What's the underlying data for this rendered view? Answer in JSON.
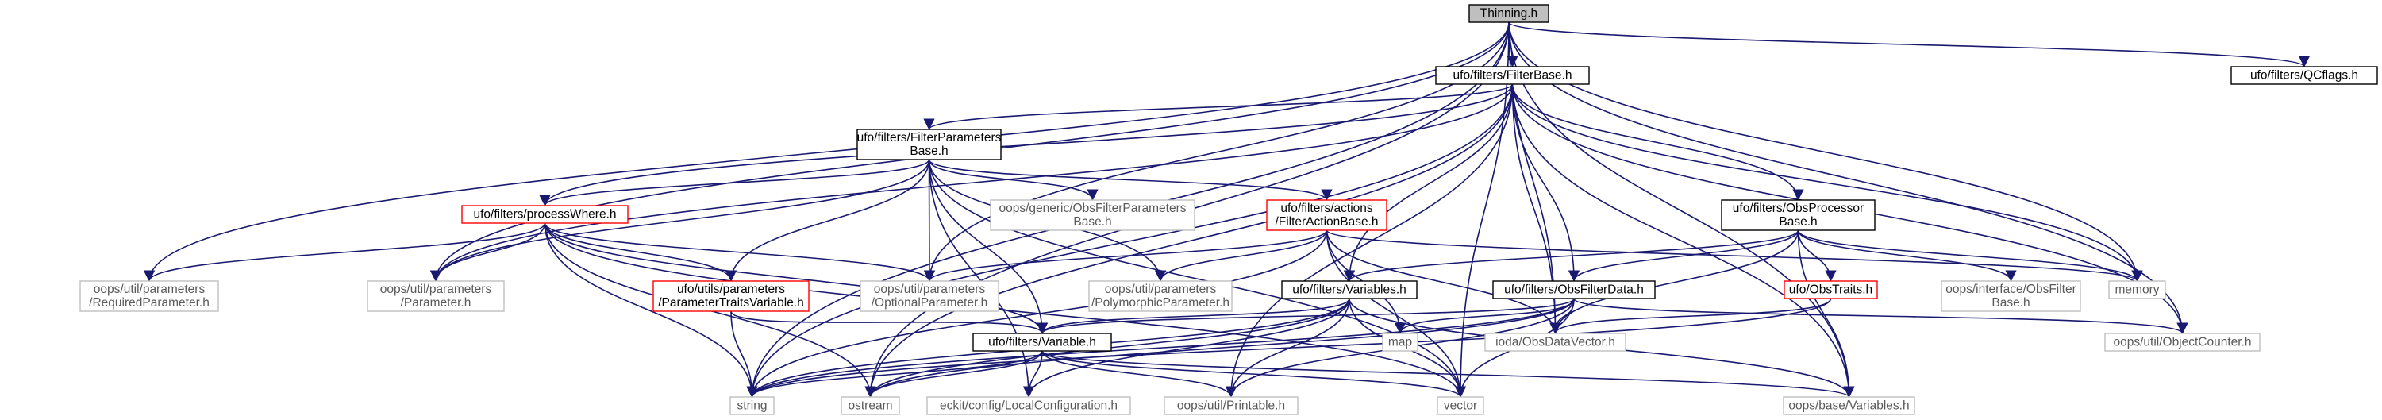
{
  "diagram": {
    "type": "include-dependency-graph",
    "colors": {
      "edge": "#191970",
      "root_fill": "#bfbfbf",
      "documented_border": "#000000",
      "incomplete_border": "#ff0000",
      "external_border": "#bfbfbf",
      "external_text": "#595959"
    },
    "nodes": [
      {
        "id": "thinning",
        "lines": [
          "Thinning.h"
        ],
        "style": "root"
      },
      {
        "id": "filterbase",
        "lines": [
          "ufo/filters/FilterBase.h"
        ],
        "style": "normal"
      },
      {
        "id": "qcflags",
        "lines": [
          "ufo/filters/QCflags.h"
        ],
        "style": "normal"
      },
      {
        "id": "filterparams",
        "lines": [
          "ufo/filters/FilterParameters",
          "Base.h"
        ],
        "style": "normal"
      },
      {
        "id": "obsprocessor",
        "lines": [
          "ufo/filters/ObsProcessor",
          "Base.h"
        ],
        "style": "normal"
      },
      {
        "id": "processwhere",
        "lines": [
          "ufo/filters/processWhere.h"
        ],
        "style": "red"
      },
      {
        "id": "filteraction",
        "lines": [
          "ufo/filters/actions",
          "/FilterActionBase.h"
        ],
        "style": "red"
      },
      {
        "id": "genericobs",
        "lines": [
          "oops/generic/ObsFilterParameters",
          "Base.h"
        ],
        "style": "grey"
      },
      {
        "id": "requiredparam",
        "lines": [
          "oops/util/parameters",
          "/RequiredParameter.h"
        ],
        "style": "grey"
      },
      {
        "id": "parameter",
        "lines": [
          "oops/util/parameters",
          "/Parameter.h"
        ],
        "style": "grey"
      },
      {
        "id": "paramtraits",
        "lines": [
          "ufo/utils/parameters",
          "/ParameterTraitsVariable.h"
        ],
        "style": "red"
      },
      {
        "id": "optionalparam",
        "lines": [
          "oops/util/parameters",
          "/OptionalParameter.h"
        ],
        "style": "grey"
      },
      {
        "id": "polymorphic",
        "lines": [
          "oops/util/parameters",
          "/PolymorphicParameter.h"
        ],
        "style": "grey"
      },
      {
        "id": "variables",
        "lines": [
          "ufo/filters/Variables.h"
        ],
        "style": "normal"
      },
      {
        "id": "obsfilterdata",
        "lines": [
          "ufo/filters/ObsFilterData.h"
        ],
        "style": "normal"
      },
      {
        "id": "obstraits",
        "lines": [
          "ufo/ObsTraits.h"
        ],
        "style": "red"
      },
      {
        "id": "obsfilterbase",
        "lines": [
          "oops/interface/ObsFilter",
          "Base.h"
        ],
        "style": "grey"
      },
      {
        "id": "memory",
        "lines": [
          "memory"
        ],
        "style": "grey"
      },
      {
        "id": "map",
        "lines": [
          "map"
        ],
        "style": "grey"
      },
      {
        "id": "iodadatavector",
        "lines": [
          "ioda/ObsDataVector.h"
        ],
        "style": "grey"
      },
      {
        "id": "objectcounter",
        "lines": [
          "oops/util/ObjectCounter.h"
        ],
        "style": "grey"
      },
      {
        "id": "variable",
        "lines": [
          "ufo/filters/Variable.h"
        ],
        "style": "normal"
      },
      {
        "id": "string",
        "lines": [
          "string"
        ],
        "style": "grey"
      },
      {
        "id": "ostream",
        "lines": [
          "ostream"
        ],
        "style": "grey"
      },
      {
        "id": "localconfig",
        "lines": [
          "eckit/config/LocalConfiguration.h"
        ],
        "style": "grey"
      },
      {
        "id": "printable",
        "lines": [
          "oops/util/Printable.h"
        ],
        "style": "grey"
      },
      {
        "id": "vector",
        "lines": [
          "vector"
        ],
        "style": "grey"
      },
      {
        "id": "oopsvariables",
        "lines": [
          "oops/base/Variables.h"
        ],
        "style": "grey"
      }
    ],
    "edges": [
      [
        "thinning",
        "filterbase"
      ],
      [
        "thinning",
        "qcflags"
      ],
      [
        "thinning",
        "string"
      ],
      [
        "thinning",
        "ostream"
      ],
      [
        "thinning",
        "vector"
      ],
      [
        "thinning",
        "memory"
      ],
      [
        "thinning",
        "iodadatavector"
      ],
      [
        "thinning",
        "objectcounter"
      ],
      [
        "thinning",
        "optionalparam"
      ],
      [
        "thinning",
        "requiredparam"
      ],
      [
        "thinning",
        "parameter"
      ],
      [
        "thinning",
        "oopsvariables"
      ],
      [
        "filterbase",
        "filterparams"
      ],
      [
        "filterbase",
        "obsprocessor"
      ],
      [
        "filterbase",
        "processwhere"
      ],
      [
        "filterbase",
        "variables"
      ],
      [
        "filterbase",
        "obsfilterdata"
      ],
      [
        "filterbase",
        "memory"
      ],
      [
        "filterbase",
        "iodadatavector"
      ],
      [
        "filterbase",
        "objectcounter"
      ],
      [
        "filterbase",
        "printable"
      ],
      [
        "filterbase",
        "parameter"
      ],
      [
        "filterbase",
        "string"
      ],
      [
        "filterbase",
        "ostream"
      ],
      [
        "filterbase",
        "oopsvariables"
      ],
      [
        "filterparams",
        "processwhere"
      ],
      [
        "filterparams",
        "filteraction"
      ],
      [
        "filterparams",
        "genericobs"
      ],
      [
        "filterparams",
        "parameter"
      ],
      [
        "filterparams",
        "paramtraits"
      ],
      [
        "filterparams",
        "optionalparam"
      ],
      [
        "filterparams",
        "polymorphic"
      ],
      [
        "filterparams",
        "variable"
      ],
      [
        "filterparams",
        "localconfig"
      ],
      [
        "filterparams",
        "vector"
      ],
      [
        "filteraction",
        "optionalparam"
      ],
      [
        "filteraction",
        "polymorphic"
      ],
      [
        "filteraction",
        "iodadatavector"
      ],
      [
        "filteraction",
        "map"
      ],
      [
        "filteraction",
        "memory"
      ],
      [
        "filteraction",
        "vector"
      ],
      [
        "filteraction",
        "string"
      ],
      [
        "obsprocessor",
        "variables"
      ],
      [
        "obsprocessor",
        "obsfilterdata"
      ],
      [
        "obsprocessor",
        "obstraits"
      ],
      [
        "obsprocessor",
        "obsfilterbase"
      ],
      [
        "obsprocessor",
        "iodadatavector"
      ],
      [
        "obsprocessor",
        "memory"
      ],
      [
        "obsprocessor",
        "oopsvariables"
      ],
      [
        "processwhere",
        "requiredparam"
      ],
      [
        "processwhere",
        "parameter"
      ],
      [
        "processwhere",
        "paramtraits"
      ],
      [
        "processwhere",
        "optionalparam"
      ],
      [
        "processwhere",
        "variable"
      ],
      [
        "processwhere",
        "string"
      ],
      [
        "processwhere",
        "vector"
      ],
      [
        "processwhere",
        "ostream"
      ],
      [
        "paramtraits",
        "variable"
      ],
      [
        "paramtraits",
        "string"
      ],
      [
        "variables",
        "variable"
      ],
      [
        "variables",
        "string"
      ],
      [
        "variables",
        "ostream"
      ],
      [
        "variables",
        "localconfig"
      ],
      [
        "variables",
        "printable"
      ],
      [
        "variables",
        "vector"
      ],
      [
        "variables",
        "oopsvariables"
      ],
      [
        "obsfilterdata",
        "variable"
      ],
      [
        "obsfilterdata",
        "iodadatavector"
      ],
      [
        "obsfilterdata",
        "objectcounter"
      ],
      [
        "obsfilterdata",
        "map"
      ],
      [
        "obsfilterdata",
        "printable"
      ],
      [
        "obsfilterdata",
        "string"
      ],
      [
        "obsfilterdata",
        "ostream"
      ],
      [
        "obsfilterdata",
        "vector"
      ],
      [
        "obstraits",
        "iodadatavector"
      ],
      [
        "obstraits",
        "string"
      ],
      [
        "variable",
        "string"
      ],
      [
        "variable",
        "ostream"
      ],
      [
        "variable",
        "localconfig"
      ],
      [
        "variable",
        "printable"
      ],
      [
        "variable",
        "vector"
      ],
      [
        "variable",
        "oopsvariables"
      ]
    ]
  }
}
